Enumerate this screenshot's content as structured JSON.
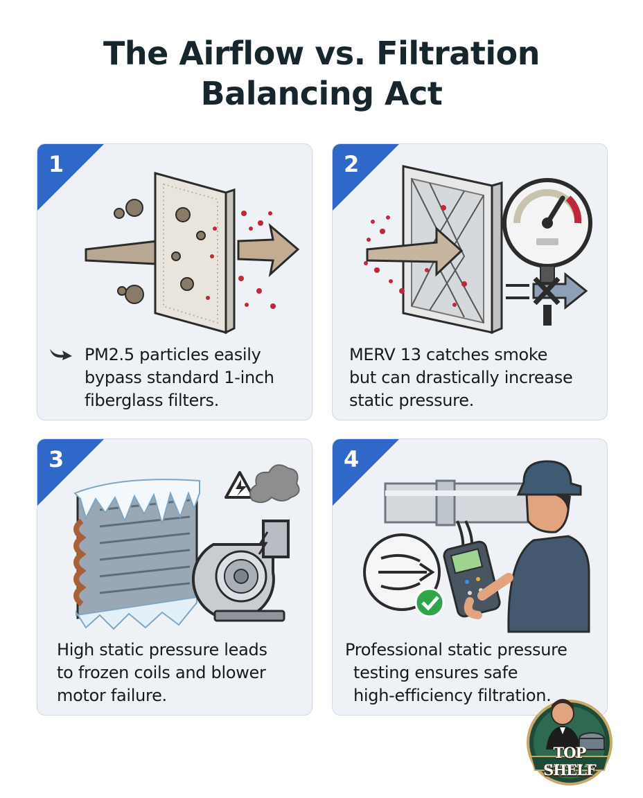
{
  "title": {
    "line1": "The Airflow vs. Filtration",
    "line2": "Balancing Act"
  },
  "cards": [
    {
      "number": "1",
      "caption": [
        "PM2.5 particles easily",
        "bypass standard 1-inch",
        "fiberglass filters."
      ],
      "icons": [
        "dust-particle-icon",
        "filter-panel-icon",
        "airflow-arrow-icon"
      ]
    },
    {
      "number": "2",
      "caption": [
        "MERV 13 catches smoke",
        "but can drastically increase",
        "static pressure."
      ],
      "icons": [
        "pleated-filter-icon",
        "pressure-gauge-icon",
        "blocked-airflow-icon"
      ]
    },
    {
      "number": "3",
      "caption": [
        "High static pressure leads",
        "to frozen coils and blower",
        "motor failure."
      ],
      "icons": [
        "frozen-coil-icon",
        "warning-icon",
        "blower-motor-icon",
        "smoke-icon"
      ]
    },
    {
      "number": "4",
      "caption": [
        "Professional static pressure",
        "testing ensures safe",
        "high-efficiency filtration."
      ],
      "icons": [
        "duct-icon",
        "technician-icon",
        "manometer-icon",
        "airflow-check-icon"
      ]
    }
  ],
  "logo": {
    "name": "TOP SHELF",
    "subtitle": "HEATING AND AIR"
  },
  "colors": {
    "accent": "#2f68c8",
    "particle_red": "#c0273a",
    "card_bg": "#eef1f5",
    "title": "#16262c"
  }
}
